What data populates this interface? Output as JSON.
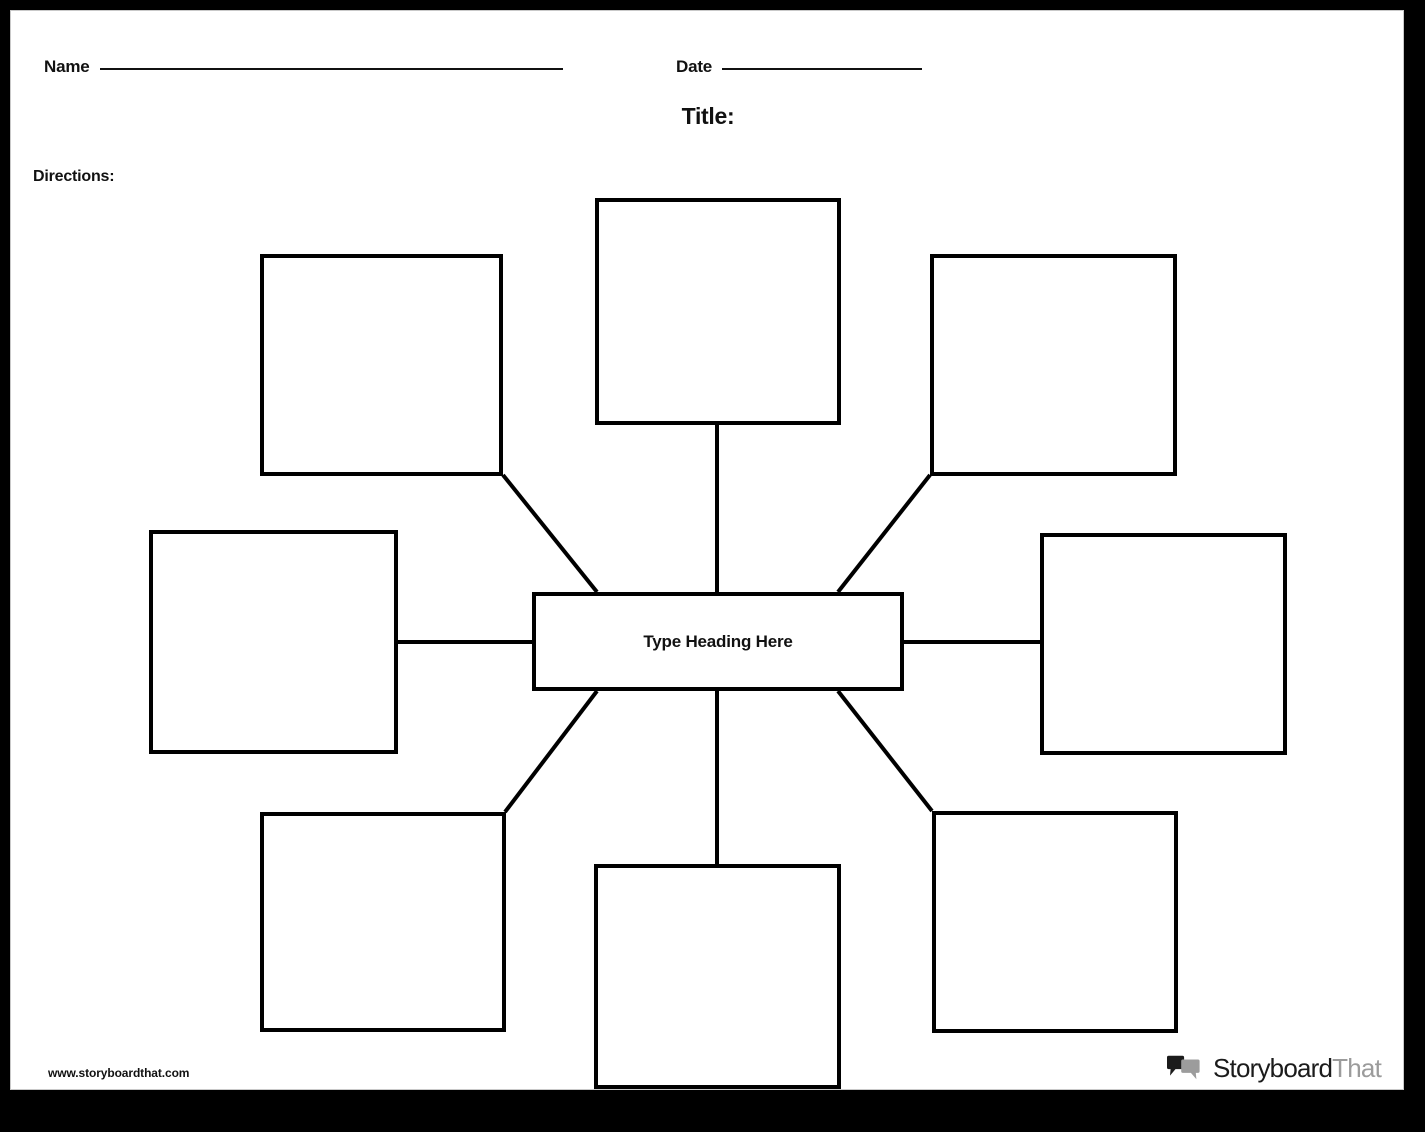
{
  "page": {
    "border_color": "#000000",
    "sheet_color": "#ffffff",
    "ink_color": "#111111"
  },
  "header": {
    "name_label": "Name",
    "date_label": "Date",
    "title_label": "Title:",
    "directions_label": "Directions:"
  },
  "diagram": {
    "type": "spider-web-graphic-organizer",
    "center": {
      "label": "Type Heading Here"
    },
    "satellites": [
      {
        "position": "top-left",
        "label": ""
      },
      {
        "position": "top-center",
        "label": ""
      },
      {
        "position": "top-right",
        "label": ""
      },
      {
        "position": "middle-left",
        "label": ""
      },
      {
        "position": "middle-right",
        "label": ""
      },
      {
        "position": "bottom-left",
        "label": ""
      },
      {
        "position": "bottom-center",
        "label": ""
      },
      {
        "position": "bottom-right",
        "label": ""
      }
    ]
  },
  "footer": {
    "site_url": "www.storyboardthat.com",
    "brand_primary": "Storyboard",
    "brand_secondary": "That",
    "brand_primary_color": "#1b1b1b",
    "brand_secondary_color": "#9b9b9b"
  }
}
